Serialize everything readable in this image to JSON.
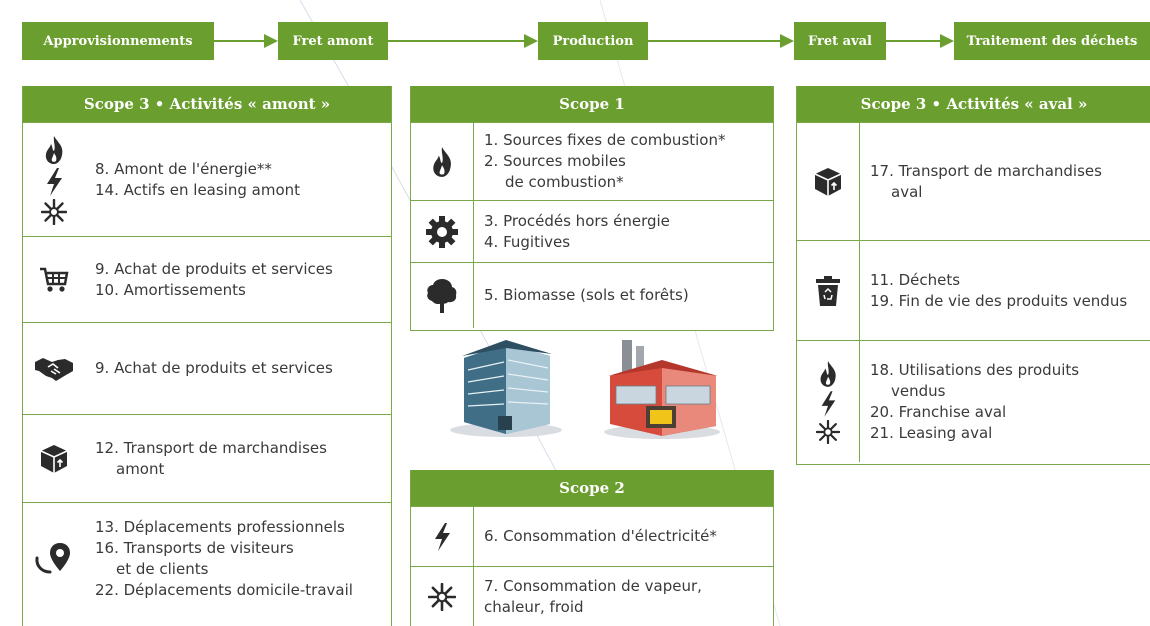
{
  "flow": [
    "Approvisionnements",
    "Fret amont",
    "Production",
    "Fret aval",
    "Traitement des déchets"
  ],
  "colors": {
    "green": "#6a9e2e",
    "icon": "#2b2b2b",
    "line": "#7aa94a"
  },
  "upstream": {
    "title": "Scope 3 • Activités « amont »",
    "rows": [
      {
        "icons": [
          "flame-icon",
          "lightning-icon",
          "snowflake-icon"
        ],
        "lines": [
          "8. Amont de l'énergie**",
          "14. Actifs en leasing amont"
        ]
      },
      {
        "icons": [
          "shopping-cart-icon"
        ],
        "lines": [
          "9. Achat de produits et services",
          "10. Amortissements"
        ]
      },
      {
        "icons": [
          "handshake-icon"
        ],
        "lines": [
          "9. Achat de produits et services"
        ]
      },
      {
        "icons": [
          "package-icon"
        ],
        "lines": [
          "12. Transport de marchandises",
          "amont"
        ]
      },
      {
        "icons": [
          "location-icon"
        ],
        "lines": [
          "13. Déplacements professionnels",
          "16. Transports de visiteurs",
          "et de clients",
          "22. Déplacements domicile-travail"
        ]
      }
    ]
  },
  "scope1": {
    "title": "Scope 1",
    "rows": [
      {
        "icons": [
          "flame-icon"
        ],
        "lines": [
          "1. Sources fixes de combustion*",
          "2. Sources mobiles",
          "de combustion*"
        ]
      },
      {
        "icons": [
          "gear-icon"
        ],
        "lines": [
          "3. Procédés hors énergie",
          "4. Fugitives"
        ]
      },
      {
        "icons": [
          "tree-icon"
        ],
        "lines": [
          "5. Biomasse (sols et forêts)"
        ]
      }
    ]
  },
  "scope2": {
    "title": "Scope 2",
    "rows": [
      {
        "icons": [
          "lightning-icon"
        ],
        "lines": [
          "6. Consommation d'électricité*"
        ]
      },
      {
        "icons": [
          "snowflake-icon"
        ],
        "lines": [
          "7. Consommation de vapeur,",
          "chaleur, froid"
        ]
      }
    ]
  },
  "downstream": {
    "title": "Scope 3 • Activités « aval »",
    "rows": [
      {
        "icons": [
          "package-icon"
        ],
        "lines": [
          "17. Transport de marchandises",
          "aval"
        ]
      },
      {
        "icons": [
          "recycle-bin-icon"
        ],
        "lines": [
          "11. Déchets",
          "19. Fin de vie des produits vendus"
        ]
      },
      {
        "icons": [
          "flame-icon",
          "lightning-icon",
          "snowflake-icon"
        ],
        "lines": [
          "18. Utilisations des produits",
          "vendus",
          "20. Franchise aval",
          "21. Leasing aval"
        ]
      }
    ]
  }
}
